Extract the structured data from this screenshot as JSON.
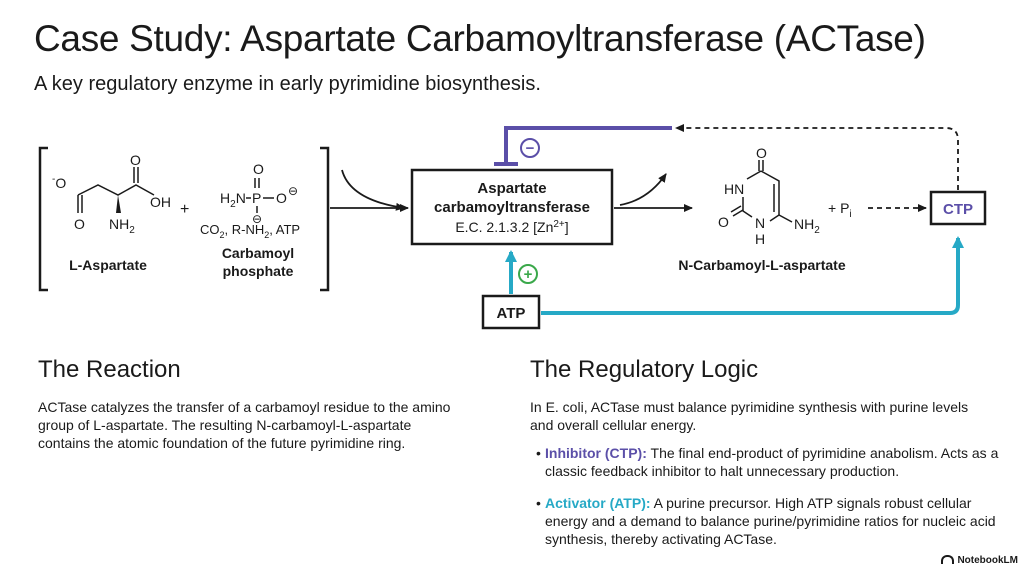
{
  "header": {
    "title": "Case Study: Aspartate Carbamoyltransferase (ACTase)",
    "subtitle": "A key regulatory enzyme in early pyrimidine biosynthesis."
  },
  "diagram": {
    "substrate1": {
      "name": "L-Aspartate",
      "o_minus": "O",
      "o_minus_charge": "-",
      "o_bottom": "O",
      "o_top": "O",
      "oh": "OH",
      "nh2": "NH",
      "nh2_sub": "2"
    },
    "plus": "+",
    "substrate2": {
      "name_line1": "Carbamoyl",
      "name_line2": "phosphate",
      "o_top": "O",
      "h2n": "H",
      "h2n_sub": "2",
      "h2n_n": "N",
      "p": "P",
      "o_right": "O",
      "o_right_charge": "⊖",
      "o_bottom_charge": "⊖",
      "sources_a": "CO",
      "sources_a_sub": "2",
      "sources_b": ", R-NH",
      "sources_b_sub": "2",
      "sources_c": ", ATP"
    },
    "enzyme": {
      "line1": "Aspartate",
      "line2": "carbamoyltransferase",
      "ec": "E.C. 2.1.3.2 [Zn",
      "ec_sup": "2+",
      "ec_end": "]"
    },
    "product": {
      "name": "N-Carbamoyl-L-aspartate",
      "o_top": "O",
      "hn": "HN",
      "o_left": "O",
      "n": "N",
      "h": "H",
      "nh2": "NH",
      "nh2_sub": "2"
    },
    "pi": {
      "plus": "+ P",
      "sub": "i"
    },
    "inhibitor": {
      "label": "CTP",
      "sign": "−"
    },
    "activator": {
      "label": "ATP",
      "sign": "+"
    },
    "colors": {
      "inhibitor": "#5b4fa8",
      "activator": "#26a9c6",
      "activator_sign": "#3aa84a",
      "ink": "#1a1a1a"
    }
  },
  "reaction": {
    "heading": "The Reaction",
    "text": "ACTase catalyzes the transfer of a carbamoyl residue to the amino group of L-aspartate. The resulting N-carbamoyl-L-aspartate contains the atomic foundation of the future pyrimidine ring."
  },
  "logic": {
    "heading": "The Regulatory Logic",
    "intro": "In E. coli, ACTase must balance pyrimidine synthesis with purine levels and overall cellular energy.",
    "bullets": [
      {
        "label": "Inhibitor (CTP):",
        "text": " The final end-product of pyrimidine anabolism. Acts as a classic feedback inhibitor to halt unnecessary production."
      },
      {
        "label": "Activator (ATP):",
        "text": " A purine precursor. High ATP signals robust cellular energy and a demand to balance purine/pyrimidine ratios for nucleic acid synthesis, thereby activating ACTase."
      }
    ]
  },
  "brand": "NotebookLM"
}
